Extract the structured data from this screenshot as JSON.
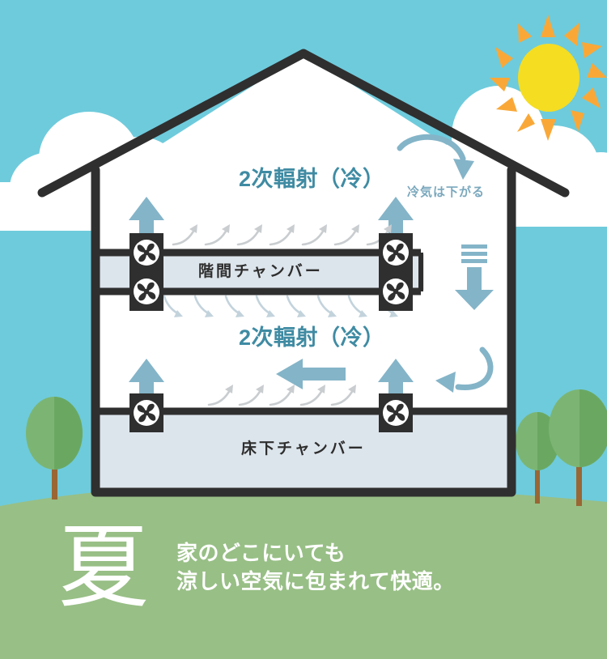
{
  "palette": {
    "sky": "#6ecbdc",
    "cloud": "#ffffff",
    "sun_body": "#f5dd22",
    "sun_rays": "#f9a838",
    "ground": "#98bf86",
    "house_outline": "#2f2f2f",
    "house_fill": "#ffffff",
    "chamber_fill": "#dde5ec",
    "arrow_blue": "#84b4c8",
    "teal_text": "#3f8ba3",
    "sub_text": "#7aa8bd",
    "wisp_gray": "#c9cdd0",
    "wisp_blue": "#c3d3dc",
    "tree_leaf_light": "#7cb573",
    "tree_leaf_dark": "#6aa862",
    "tree_trunk": "#9a6634",
    "dark_text": "#2e2e2e"
  },
  "scene": {
    "title_label": "summer-cooling-airflow-diagram"
  },
  "labels": {
    "secondary_radiation_upper": "2次輻射（冷）",
    "secondary_radiation_lower": "2次輻射（冷）",
    "cold_air_falls": "冷気は下がる",
    "chamber_interfloor": "階間チャンバー",
    "chamber_underfloor": "床下チャンバー"
  },
  "caption": {
    "season_kanji": "夏",
    "line1": "家のどこにいても",
    "line2": "涼しい空気に包まれて快適。"
  },
  "icons": {
    "sun": "sun-icon",
    "cloud": "cloud-icon",
    "tree": "tree-icon",
    "fan": "fan-icon",
    "up_arrow": "arrow-up-icon",
    "down_arrow": "arrow-down-icon",
    "left_arrow": "arrow-left-icon",
    "curved_arrow": "curved-arrow-icon",
    "wisp": "air-wisp-icon"
  },
  "chart_data": {
    "type": "diagram",
    "title": "夏 — 家のどこにいても涼しい空気に包まれて快適。",
    "components": [
      {
        "name": "階間チャンバー",
        "role": "inter-floor plenum",
        "fans": 4
      },
      {
        "name": "床下チャンバー",
        "role": "under-floor plenum",
        "fans": 2
      }
    ],
    "flows": [
      {
        "label": "2次輻射（冷）",
        "level": "upper",
        "direction": "radiant"
      },
      {
        "label": "2次輻射（冷）",
        "level": "lower",
        "direction": "radiant"
      },
      {
        "label": "冷気は下がる",
        "direction": "down"
      }
    ]
  }
}
